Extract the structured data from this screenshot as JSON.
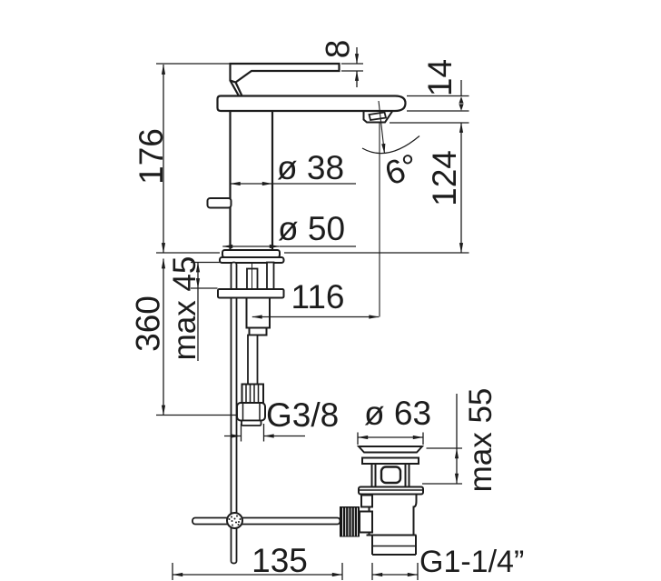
{
  "drawing": {
    "type": "technical-dimension-drawing",
    "subject": "single-lever basin mixer with pop-up waste",
    "background": "#ffffff",
    "line_color": "#1c1c1c",
    "labels": {
      "lever_thickness": "8",
      "spout_body_height": "14",
      "height_above_deck": "176",
      "body_diameter": "ø 38",
      "jet_angle": "6°",
      "spout_height": "124",
      "base_diameter": "ø 50",
      "max_deck_thickness": "max 45",
      "spout_reach": "116",
      "below_deck_length": "360",
      "supply_thread": "G3/8",
      "waste_cap_diameter": "ø 63",
      "waste_max_height": "max 55",
      "rod_reach": "135",
      "waste_thread": "G1-1/4”"
    }
  }
}
